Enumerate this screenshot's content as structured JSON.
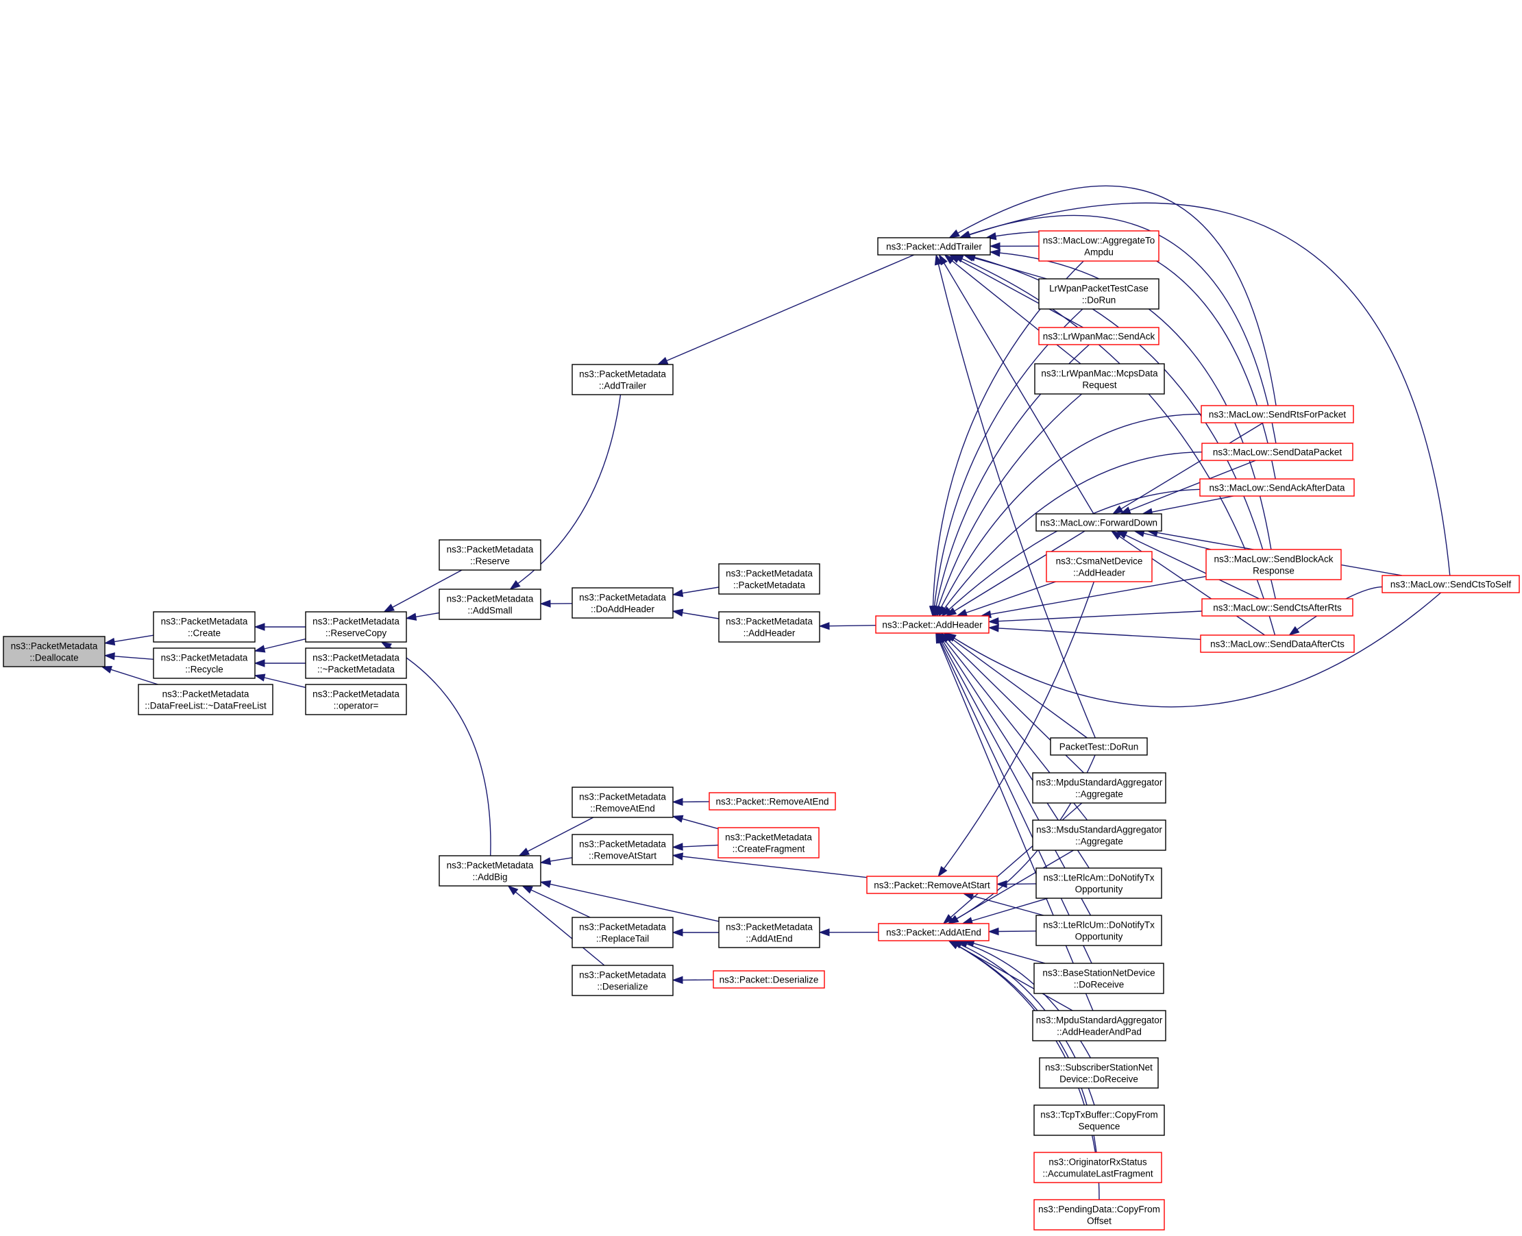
{
  "graph": {
    "nodes": [
      {
        "id": "dealloc",
        "lines": [
          "ns3::PacketMetadata",
          "::Deallocate"
        ],
        "style": "root"
      },
      {
        "id": "create",
        "lines": [
          "ns3::PacketMetadata",
          "::Create"
        ],
        "style": "normal"
      },
      {
        "id": "recycle",
        "lines": [
          "ns3::PacketMetadata",
          "::Recycle"
        ],
        "style": "normal"
      },
      {
        "id": "dfl",
        "lines": [
          "ns3::PacketMetadata",
          "::DataFreeList::~DataFreeList"
        ],
        "style": "normal"
      },
      {
        "id": "reservecopy",
        "lines": [
          "ns3::PacketMetadata",
          "::ReserveCopy"
        ],
        "style": "normal"
      },
      {
        "id": "dtor",
        "lines": [
          "ns3::PacketMetadata",
          "::~PacketMetadata"
        ],
        "style": "normal"
      },
      {
        "id": "opeq",
        "lines": [
          "ns3::PacketMetadata",
          "::operator="
        ],
        "style": "normal"
      },
      {
        "id": "reserve",
        "lines": [
          "ns3::PacketMetadata",
          "::Reserve"
        ],
        "style": "normal"
      },
      {
        "id": "addsmall",
        "lines": [
          "ns3::PacketMetadata",
          "::AddSmall"
        ],
        "style": "normal"
      },
      {
        "id": "addbig",
        "lines": [
          "ns3::PacketMetadata",
          "::AddBig"
        ],
        "style": "normal"
      },
      {
        "id": "pm_addtrailer",
        "lines": [
          "ns3::PacketMetadata",
          "::AddTrailer"
        ],
        "style": "normal"
      },
      {
        "id": "doaddheader",
        "lines": [
          "ns3::PacketMetadata",
          "::DoAddHeader"
        ],
        "style": "normal"
      },
      {
        "id": "pmctor",
        "lines": [
          "ns3::PacketMetadata",
          "::PacketMetadata"
        ],
        "style": "normal"
      },
      {
        "id": "pm_addheader",
        "lines": [
          "ns3::PacketMetadata",
          "::AddHeader"
        ],
        "style": "normal"
      },
      {
        "id": "pm_removeatend",
        "lines": [
          "ns3::PacketMetadata",
          "::RemoveAtEnd"
        ],
        "style": "normal"
      },
      {
        "id": "pm_removeatstart",
        "lines": [
          "ns3::PacketMetadata",
          "::RemoveAtStart"
        ],
        "style": "normal"
      },
      {
        "id": "pm_replacetail",
        "lines": [
          "ns3::PacketMetadata",
          "::ReplaceTail"
        ],
        "style": "normal"
      },
      {
        "id": "pm_deserialize",
        "lines": [
          "ns3::PacketMetadata",
          "::Deserialize"
        ],
        "style": "normal"
      },
      {
        "id": "pm_addatend",
        "lines": [
          "ns3::PacketMetadata",
          "::AddAtEnd"
        ],
        "style": "normal"
      },
      {
        "id": "p_addtrailer",
        "lines": [
          "ns3::Packet::AddTrailer"
        ],
        "style": "normal"
      },
      {
        "id": "p_addheader",
        "lines": [
          "ns3::Packet::AddHeader"
        ],
        "style": "more"
      },
      {
        "id": "p_removeatend",
        "lines": [
          "ns3::Packet::RemoveAtEnd"
        ],
        "style": "more"
      },
      {
        "id": "p_createfragment",
        "lines": [
          "ns3::PacketMetadata",
          "::CreateFragment"
        ],
        "style": "more"
      },
      {
        "id": "p_removeatstart",
        "lines": [
          "ns3::Packet::RemoveAtStart"
        ],
        "style": "more"
      },
      {
        "id": "p_addatend",
        "lines": [
          "ns3::Packet::AddAtEnd"
        ],
        "style": "more"
      },
      {
        "id": "p_deserialize",
        "lines": [
          "ns3::Packet::Deserialize"
        ],
        "style": "more"
      },
      {
        "id": "ml_aggregate",
        "lines": [
          "ns3::MacLow::AggregateTo",
          "Ampdu"
        ],
        "style": "more"
      },
      {
        "id": "lrwpantest",
        "lines": [
          "LrWpanPacketTestCase",
          "::DoRun"
        ],
        "style": "normal"
      },
      {
        "id": "lrwpan_sendack",
        "lines": [
          "ns3::LrWpanMac::SendAck"
        ],
        "style": "more"
      },
      {
        "id": "lrwpan_mcps",
        "lines": [
          "ns3::LrWpanMac::McpsData",
          "Request"
        ],
        "style": "normal"
      },
      {
        "id": "ml_forwarddown",
        "lines": [
          "ns3::MacLow::ForwardDown"
        ],
        "style": "normal"
      },
      {
        "id": "csma_addheader",
        "lines": [
          "ns3::CsmaNetDevice",
          "::AddHeader"
        ],
        "style": "more"
      },
      {
        "id": "packettest",
        "lines": [
          "PacketTest::DoRun"
        ],
        "style": "normal"
      },
      {
        "id": "mpdu_aggregate",
        "lines": [
          "ns3::MpduStandardAggregator",
          "::Aggregate"
        ],
        "style": "normal"
      },
      {
        "id": "msdu_aggregate",
        "lines": [
          "ns3::MsduStandardAggregator",
          "::Aggregate"
        ],
        "style": "normal"
      },
      {
        "id": "lterlcam",
        "lines": [
          "ns3::LteRlcAm::DoNotifyTx",
          "Opportunity"
        ],
        "style": "normal"
      },
      {
        "id": "lterlcum",
        "lines": [
          "ns3::LteRlcUm::DoNotifyTx",
          "Opportunity"
        ],
        "style": "normal"
      },
      {
        "id": "bsnd_receive",
        "lines": [
          "ns3::BaseStationNetDevice",
          "::DoReceive"
        ],
        "style": "normal"
      },
      {
        "id": "mpdu_addheaderpad",
        "lines": [
          "ns3::MpduStandardAggregator",
          "::AddHeaderAndPad"
        ],
        "style": "normal"
      },
      {
        "id": "ssnd_receive",
        "lines": [
          "ns3::SubscriberStationNet",
          "Device::DoReceive"
        ],
        "style": "normal"
      },
      {
        "id": "tcptx",
        "lines": [
          "ns3::TcpTxBuffer::CopyFrom",
          "Sequence"
        ],
        "style": "normal"
      },
      {
        "id": "origrx",
        "lines": [
          "ns3::OriginatorRxStatus",
          "::AccumulateLastFragment"
        ],
        "style": "more"
      },
      {
        "id": "pendingdata",
        "lines": [
          "ns3::PendingData::CopyFrom",
          "Offset"
        ],
        "style": "more"
      },
      {
        "id": "ml_sendrts",
        "lines": [
          "ns3::MacLow::SendRtsForPacket"
        ],
        "style": "more"
      },
      {
        "id": "ml_senddata",
        "lines": [
          "ns3::MacLow::SendDataPacket"
        ],
        "style": "more"
      },
      {
        "id": "ml_sendackafter",
        "lines": [
          "ns3::MacLow::SendAckAfterData"
        ],
        "style": "more"
      },
      {
        "id": "ml_sendblockack",
        "lines": [
          "ns3::MacLow::SendBlockAck",
          "Response"
        ],
        "style": "more"
      },
      {
        "id": "ml_sendctsafterrts",
        "lines": [
          "ns3::MacLow::SendCtsAfterRts"
        ],
        "style": "more"
      },
      {
        "id": "ml_senddataaftercts",
        "lines": [
          "ns3::MacLow::SendDataAfterCts"
        ],
        "style": "more"
      },
      {
        "id": "ml_sendctstoself",
        "lines": [
          "ns3::MacLow::SendCtsToSelf"
        ],
        "style": "more"
      }
    ],
    "edges": [
      [
        "dealloc",
        "create"
      ],
      [
        "dealloc",
        "recycle"
      ],
      [
        "dealloc",
        "dfl"
      ],
      [
        "create",
        "reservecopy"
      ],
      [
        "recycle",
        "reservecopy"
      ],
      [
        "recycle",
        "dtor"
      ],
      [
        "recycle",
        "opeq"
      ],
      [
        "reservecopy",
        "reserve"
      ],
      [
        "reservecopy",
        "addsmall"
      ],
      [
        "reservecopy",
        "addbig"
      ],
      [
        "addsmall",
        "pm_addtrailer"
      ],
      [
        "addsmall",
        "doaddheader"
      ],
      [
        "doaddheader",
        "pmctor"
      ],
      [
        "doaddheader",
        "pm_addheader"
      ],
      [
        "pm_addtrailer",
        "p_addtrailer"
      ],
      [
        "pm_addheader",
        "p_addheader"
      ],
      [
        "addbig",
        "pm_removeatend"
      ],
      [
        "addbig",
        "pm_removeatstart"
      ],
      [
        "addbig",
        "pm_addatend"
      ],
      [
        "addbig",
        "pm_replacetail"
      ],
      [
        "addbig",
        "pm_deserialize"
      ],
      [
        "pm_removeatend",
        "p_removeatend"
      ],
      [
        "pm_removeatend",
        "p_createfragment"
      ],
      [
        "pm_removeatstart",
        "p_createfragment"
      ],
      [
        "pm_removeatstart",
        "p_removeatstart"
      ],
      [
        "pm_replacetail",
        "pm_addatend"
      ],
      [
        "pm_addatend",
        "p_addatend"
      ],
      [
        "pm_deserialize",
        "p_deserialize"
      ],
      [
        "p_addtrailer",
        "ml_aggregate"
      ],
      [
        "p_addtrailer",
        "lrwpantest"
      ],
      [
        "p_addtrailer",
        "lrwpan_sendack"
      ],
      [
        "p_addtrailer",
        "lrwpan_mcps"
      ],
      [
        "p_addtrailer",
        "ml_forwarddown"
      ],
      [
        "p_addtrailer",
        "packettest"
      ],
      [
        "p_addtrailer",
        "ml_sendrts"
      ],
      [
        "p_addtrailer",
        "ml_senddata"
      ],
      [
        "p_addtrailer",
        "ml_sendackafter"
      ],
      [
        "p_addtrailer",
        "ml_sendblockack"
      ],
      [
        "p_addtrailer",
        "ml_sendctsafterrts"
      ],
      [
        "p_addtrailer",
        "ml_senddataaftercts"
      ],
      [
        "p_addtrailer",
        "ml_sendctstoself"
      ],
      [
        "p_addheader",
        "ml_aggregate"
      ],
      [
        "p_addheader",
        "lrwpantest"
      ],
      [
        "p_addheader",
        "lrwpan_sendack"
      ],
      [
        "p_addheader",
        "lrwpan_mcps"
      ],
      [
        "p_addheader",
        "ml_forwarddown"
      ],
      [
        "p_addheader",
        "csma_addheader"
      ],
      [
        "p_addheader",
        "ml_sendrts"
      ],
      [
        "p_addheader",
        "ml_senddata"
      ],
      [
        "p_addheader",
        "ml_sendackafter"
      ],
      [
        "p_addheader",
        "ml_sendblockack"
      ],
      [
        "p_addheader",
        "ml_sendctsafterrts"
      ],
      [
        "p_addheader",
        "ml_senddataaftercts"
      ],
      [
        "p_addheader",
        "ml_sendctstoself"
      ],
      [
        "p_addheader",
        "packettest"
      ],
      [
        "p_addheader",
        "mpdu_aggregate"
      ],
      [
        "p_addheader",
        "msdu_aggregate"
      ],
      [
        "p_addheader",
        "lterlcam"
      ],
      [
        "p_addheader",
        "lterlcum"
      ],
      [
        "p_addheader",
        "bsnd_receive"
      ],
      [
        "p_addheader",
        "mpdu_addheaderpad"
      ],
      [
        "ml_forwarddown",
        "ml_sendrts"
      ],
      [
        "ml_forwarddown",
        "ml_senddata"
      ],
      [
        "ml_forwarddown",
        "ml_sendackafter"
      ],
      [
        "ml_forwarddown",
        "ml_sendblockack"
      ],
      [
        "ml_forwarddown",
        "ml_sendctsafterrts"
      ],
      [
        "ml_forwarddown",
        "ml_senddataaftercts"
      ],
      [
        "ml_forwarddown",
        "ml_sendctstoself"
      ],
      [
        "ml_senddataaftercts",
        "ml_sendctstoself"
      ],
      [
        "p_removeatstart",
        "csma_addheader"
      ],
      [
        "p_removeatstart",
        "lterlcam"
      ],
      [
        "p_removeatstart",
        "lterlcum"
      ],
      [
        "p_addatend",
        "packettest"
      ],
      [
        "p_addatend",
        "mpdu_aggregate"
      ],
      [
        "p_addatend",
        "msdu_aggregate"
      ],
      [
        "p_addatend",
        "lterlcam"
      ],
      [
        "p_addatend",
        "lterlcum"
      ],
      [
        "p_addatend",
        "bsnd_receive"
      ],
      [
        "p_addatend",
        "mpdu_addheaderpad"
      ],
      [
        "p_addatend",
        "ssnd_receive"
      ],
      [
        "p_addatend",
        "tcptx"
      ],
      [
        "p_addatend",
        "origrx"
      ],
      [
        "p_addatend",
        "pendingdata"
      ]
    ]
  },
  "colors": {
    "edge": "#191970",
    "root_fill": "#bfbfbf",
    "node_border": "#000000",
    "truncated_border": "#ff0000",
    "background": "#ffffff"
  }
}
